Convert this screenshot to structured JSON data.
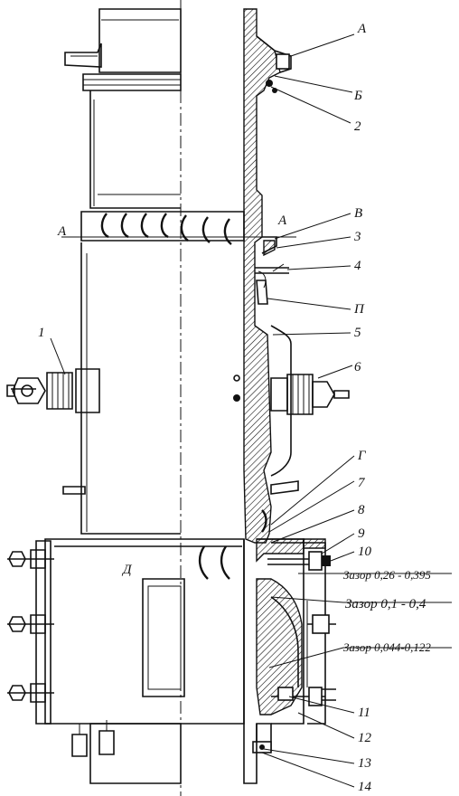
{
  "section_labels": {
    "A_top": "А",
    "A_left": "А",
    "A_right": "А"
  },
  "letters": {
    "A": "А",
    "B": "Б",
    "V": "В",
    "P": "П",
    "G": "Г",
    "D": "Д"
  },
  "callouts": [
    "1",
    "2",
    "3",
    "4",
    "5",
    "6",
    "7",
    "8",
    "9",
    "10",
    "11",
    "12",
    "13",
    "14"
  ],
  "clearances": {
    "c1": "Зазор 0,26 - 0,395",
    "c2": "Зазор 0,1 - 0,4",
    "c3": "Зазор 0,044-0,122"
  },
  "colors": {
    "ink": "#111111",
    "paper": "#ffffff"
  }
}
